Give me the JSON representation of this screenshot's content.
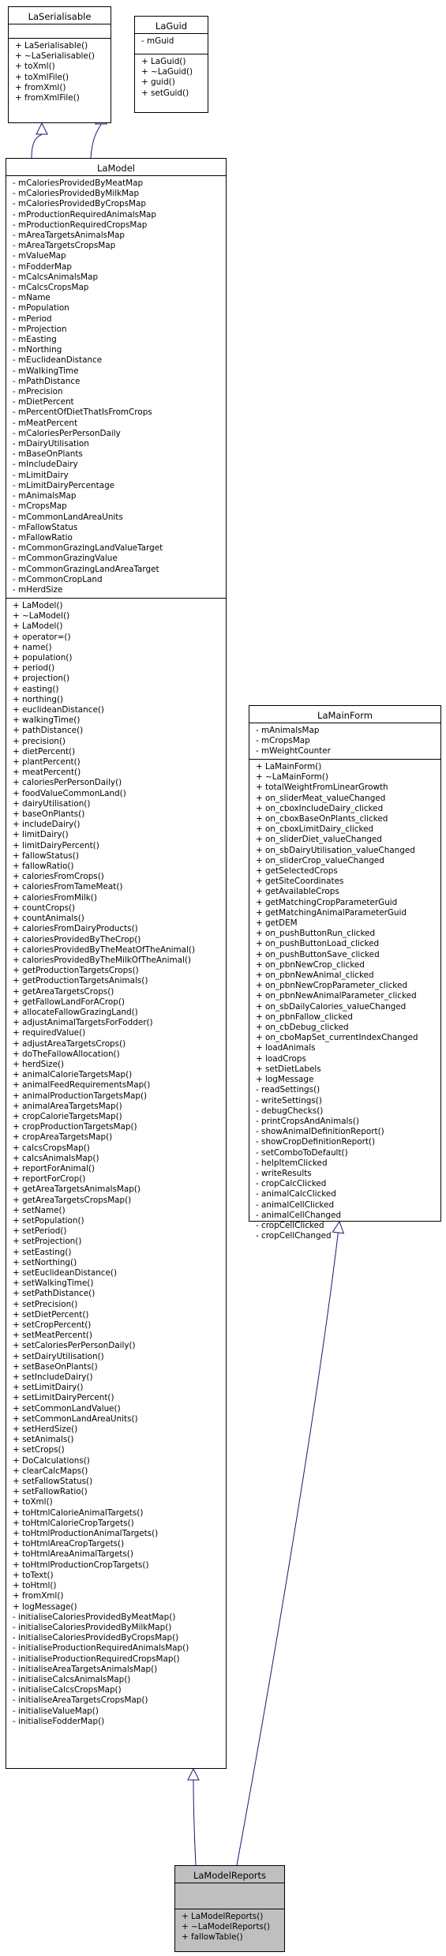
{
  "classes": {
    "laserialisable": {
      "name": "LaSerialisable",
      "attributes": [],
      "operations": [
        "+ LaSerialisable()",
        "+ ~LaSerialisable()",
        "+ toXml()",
        "+ toXmlFile()",
        "+ fromXml()",
        "+ fromXmlFile()"
      ]
    },
    "laguid": {
      "name": "LaGuid",
      "attributes": [
        "- mGuid"
      ],
      "operations": [
        "+ LaGuid()",
        "+ ~LaGuid()",
        "+ guid()",
        "+ setGuid()"
      ]
    },
    "lamodel": {
      "name": "LaModel",
      "attributes": [
        "- mCaloriesProvidedByMeatMap",
        "- mCaloriesProvidedByMilkMap",
        "- mCaloriesProvidedByCropsMap",
        "- mProductionRequiredAnimalsMap",
        "- mProductionRequiredCropsMap",
        "- mAreaTargetsAnimalsMap",
        "- mAreaTargetsCropsMap",
        "- mValueMap",
        "- mFodderMap",
        "- mCalcsAnimalsMap",
        "- mCalcsCropsMap",
        "- mName",
        "- mPopulation",
        "- mPeriod",
        "- mProjection",
        "- mEasting",
        "- mNorthing",
        "- mEuclideanDistance",
        "- mWalkingTime",
        "- mPathDistance",
        "- mPrecision",
        "- mDietPercent",
        "- mPercentOfDietThatIsFromCrops",
        "- mMeatPercent",
        "- mCaloriesPerPersonDaily",
        "- mDairyUtilisation",
        "- mBaseOnPlants",
        "- mIncludeDairy",
        "- mLimitDairy",
        "- mLimitDairyPercentage",
        "- mAnimalsMap",
        "- mCropsMap",
        "- mCommonLandAreaUnits",
        "- mFallowStatus",
        "- mFallowRatio",
        "- mCommonGrazingLandValueTarget",
        "- mCommonGrazingValue",
        "- mCommonGrazingLandAreaTarget",
        "- mCommonCropLand",
        "- mHerdSize"
      ],
      "operations": [
        "+ LaModel()",
        "+ ~LaModel()",
        "+ LaModel()",
        "+ operator=()",
        "+ name()",
        "+ population()",
        "+ period()",
        "+ projection()",
        "+ easting()",
        "+ northing()",
        "+ euclideanDistance()",
        "+ walkingTime()",
        "+ pathDistance()",
        "+ precision()",
        "+ dietPercent()",
        "+ plantPercent()",
        "+ meatPercent()",
        "+ caloriesPerPersonDaily()",
        "+ foodValueCommonLand()",
        "+ dairyUtilisation()",
        "+ baseOnPlants()",
        "+ includeDairy()",
        "+ limitDairy()",
        "+ limitDairyPercent()",
        "+ fallowStatus()",
        "+ fallowRatio()",
        "+ caloriesFromCrops()",
        "+ caloriesFromTameMeat()",
        "+ caloriesFromMilk()",
        "+ countCrops()",
        "+ countAnimals()",
        "+ caloriesFromDairyProducts()",
        "+ caloriesProvidedByTheCrop()",
        "+ caloriesProvidedByTheMeatOfTheAnimal()",
        "+ caloriesProvidedByTheMilkOfTheAnimal()",
        "+ getProductionTargetsCrops()",
        "+ getProductionTargetsAnimals()",
        "+ getAreaTargetsCrops()",
        "+ getFallowLandForACrop()",
        "+ allocateFallowGrazingLand()",
        "+ adjustAnimalTargetsForFodder()",
        "+ requiredValue()",
        "+ adjustAreaTargetsCrops()",
        "+ doTheFallowAllocation()",
        "+ herdSize()",
        "+ animalCalorieTargetsMap()",
        "+ animalFeedRequirementsMap()",
        "+ animalProductionTargetsMap()",
        "+ animalAreaTargetsMap()",
        "+ cropCalorieTargetsMap()",
        "+ cropProductionTargetsMap()",
        "+ cropAreaTargetsMap()",
        "+ calcsCropsMap()",
        "+ calcsAnimalsMap()",
        "+ reportForAnimal()",
        "+ reportForCrop()",
        "+ getAreaTargetsAnimalsMap()",
        "+ getAreaTargetsCropsMap()",
        "+ setName()",
        "+ setPopulation()",
        "+ setPeriod()",
        "+ setProjection()",
        "+ setEasting()",
        "+ setNorthing()",
        "+ setEuclideanDistance()",
        "+ setWalkingTime()",
        "+ setPathDistance()",
        "+ setPrecision()",
        "+ setDietPercent()",
        "+ setCropPercent()",
        "+ setMeatPercent()",
        "+ setCaloriesPerPersonDaily()",
        "+ setDairyUtilisation()",
        "+ setBaseOnPlants()",
        "+ setIncludeDairy()",
        "+ setLimitDairy()",
        "+ setLimitDairyPercent()",
        "+ setCommonLandValue()",
        "+ setCommonLandAreaUnits()",
        "+ setHerdSize()",
        "+ setAnimals()",
        "+ setCrops()",
        "+ DoCalculations()",
        "+ clearCalcMaps()",
        "+ setFallowStatus()",
        "+ setFallowRatio()",
        "+ toXml()",
        "+ toHtmlCalorieAnimalTargets()",
        "+ toHtmlCalorieCropTargets()",
        "+ toHtmlProductionAnimalTargets()",
        "+ toHtmlAreaCropTargets()",
        "+ toHtmlAreaAnimalTargets()",
        "+ toHtmlProductionCropTargets()",
        "+ toText()",
        "+ toHtml()",
        "+ fromXml()",
        "+ logMessage()",
        "- initialiseCaloriesProvidedByMeatMap()",
        "- initialiseCaloriesProvidedByMilkMap()",
        "- initialiseCaloriesProvidedByCropsMap()",
        "- initialiseProductionRequiredAnimalsMap()",
        "- initialiseProductionRequiredCropsMap()",
        "- initialiseAreaTargetsAnimalsMap()",
        "- initialiseCalcsAnimalsMap()",
        "- initialiseCalcsCropsMap()",
        "- initialiseAreaTargetsCropsMap()",
        "- initialiseValueMap()",
        "- initialiseFodderMap()"
      ]
    },
    "lamainform": {
      "name": "LaMainForm",
      "attributes": [
        "- mAnimalsMap",
        "- mCropsMap",
        "- mWeightCounter"
      ],
      "operations": [
        "+ LaMainForm()",
        "+ ~LaMainForm()",
        "+ totalWeightFromLinearGrowth",
        "+ on_sliderMeat_valueChanged",
        "+ on_cboxIncludeDairy_clicked",
        "+ on_cboxBaseOnPlants_clicked",
        "+ on_cboxLimitDairy_clicked",
        "+ on_sliderDiet_valueChanged",
        "+ on_sbDairyUtilisation_valueChanged",
        "+ on_sliderCrop_valueChanged",
        "+ getSelectedCrops",
        "+ getSiteCoordinates",
        "+ getAvailableCrops",
        "+ getMatchingCropParameterGuid",
        "+ getMatchingAnimalParameterGuid",
        "+ getDEM",
        "+ on_pushButtonRun_clicked",
        "+ on_pushButtonLoad_clicked",
        "+ on_pushButtonSave_clicked",
        "+ on_pbnNewCrop_clicked",
        "+ on_pbnNewAnimal_clicked",
        "+ on_pbnNewCropParameter_clicked",
        "+ on_pbnNewAnimalParameter_clicked",
        "+ on_sbDailyCalories_valueChanged",
        "+ on_pbnFallow_clicked",
        "+ on_cbDebug_clicked",
        "+ on_cboMapSet_currentIndexChanged",
        "+ loadAnimals",
        "+ loadCrops",
        "+ setDietLabels",
        "+ logMessage",
        "- readSettings()",
        "- writeSettings()",
        "- debugChecks()",
        "- printCropsAndAnimals()",
        "- showAnimalDefinitionReport()",
        "- showCropDefinitionReport()",
        "- setComboToDefault()",
        "- helpItemClicked",
        "- writeResults",
        "- cropCalcClicked",
        "- animalCalcClicked",
        "- animalCellClicked",
        "- animalCellChanged",
        "- cropCellClicked",
        "- cropCellChanged"
      ]
    },
    "lamodelreports": {
      "name": "LaModelReports",
      "attributes": [],
      "operations": [
        "+ LaModelReports()",
        "+ ~LaModelReports()",
        "+ fallowTable()"
      ]
    }
  },
  "relations": [
    {
      "from": "lamodel",
      "to": "laserialisable",
      "kind": "inheritance"
    },
    {
      "from": "lamodel",
      "to": "laguid",
      "kind": "inheritance"
    },
    {
      "from": "lamodelreports",
      "to": "lamodel",
      "kind": "inheritance"
    },
    {
      "from": "lamodelreports",
      "to": "lamainform",
      "kind": "inheritance"
    }
  ],
  "colors": {
    "relation_line": "#191970",
    "box_border": "#000000",
    "highlight_fill": "#bfbfbf"
  }
}
